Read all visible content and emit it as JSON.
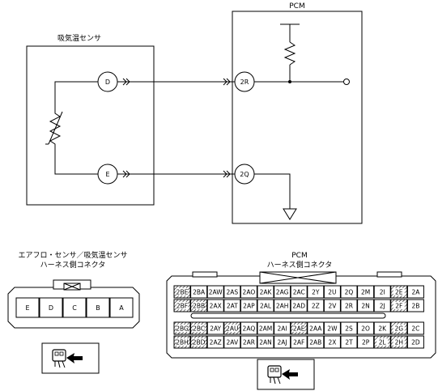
{
  "schematic": {
    "sensor_title": "吸気温センサ",
    "pcm_title": "PCM",
    "sensor_pins": [
      "D",
      "E"
    ],
    "pcm_pins": [
      "2R",
      "2Q"
    ]
  },
  "sensor_connector": {
    "title_line1": "エアフロ・センサ／吸気温センサ",
    "title_line2": "ハーネス側コネクタ",
    "pins": [
      "E",
      "D",
      "C",
      "B",
      "A"
    ]
  },
  "pcm_connector": {
    "title_line1": "PCM",
    "title_line2": "ハーネス側コネクタ",
    "rows": [
      [
        "2BE",
        "2BA",
        "2AW",
        "2AS",
        "2AO",
        "2AK",
        "2AG",
        "2AC",
        "2Y",
        "2U",
        "2Q",
        "2M",
        "2I",
        "2E",
        "2A"
      ],
      [
        "2BF",
        "2BB",
        "2AX",
        "2AT",
        "2AP",
        "2AL",
        "2AH",
        "2AD",
        "2Z",
        "2V",
        "2R",
        "2N",
        "2J",
        "2F",
        "2B"
      ],
      [
        "2BG",
        "2BC",
        "2AY",
        "2AU",
        "2AQ",
        "2AM",
        "2AI",
        "2AE",
        "2AA",
        "2W",
        "2S",
        "2O",
        "2K",
        "2G",
        "2C"
      ],
      [
        "2BH",
        "2BD",
        "2AZ",
        "2AV",
        "2AR",
        "2AN",
        "2AJ",
        "2AF",
        "2AB",
        "2X",
        "2T",
        "2P",
        "2L",
        "2H",
        "2D"
      ]
    ]
  },
  "icons": {
    "view_icon": "connector-view-arrow-icon"
  }
}
